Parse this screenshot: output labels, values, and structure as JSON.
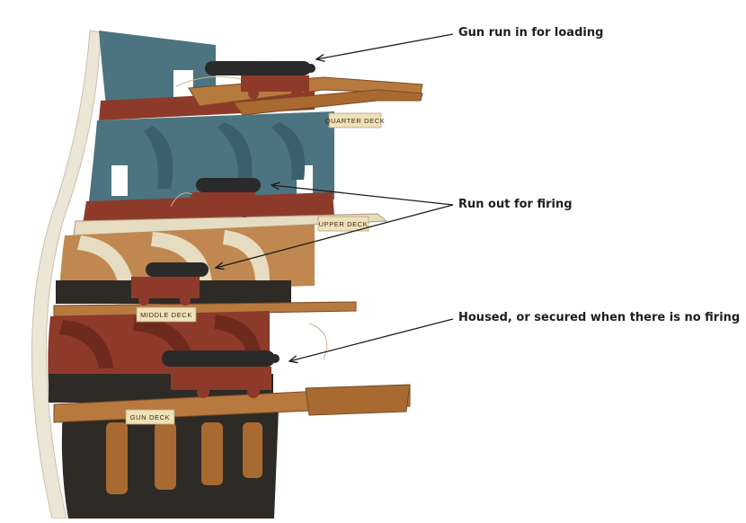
{
  "callouts": [
    "Gun run in for loading",
    "Run out for firing",
    "Housed, or secured when there is no firing"
  ],
  "deck_labels": {
    "quarter": "QUARTER DECK",
    "upper": "UPPER DECK",
    "middle": "MIDDLE DECK",
    "gun": "GUN DECK"
  },
  "colors": {
    "teal": "#4c7480",
    "red": "#8e3a2a",
    "wood": "#b8793e",
    "cream": "#e6dcc1",
    "hull_white": "#ece6d6",
    "dark": "#2e2a26",
    "cannon": "#2a2a2a",
    "label_bg": "#efe1b8",
    "arrow": "#1e1e1e"
  }
}
